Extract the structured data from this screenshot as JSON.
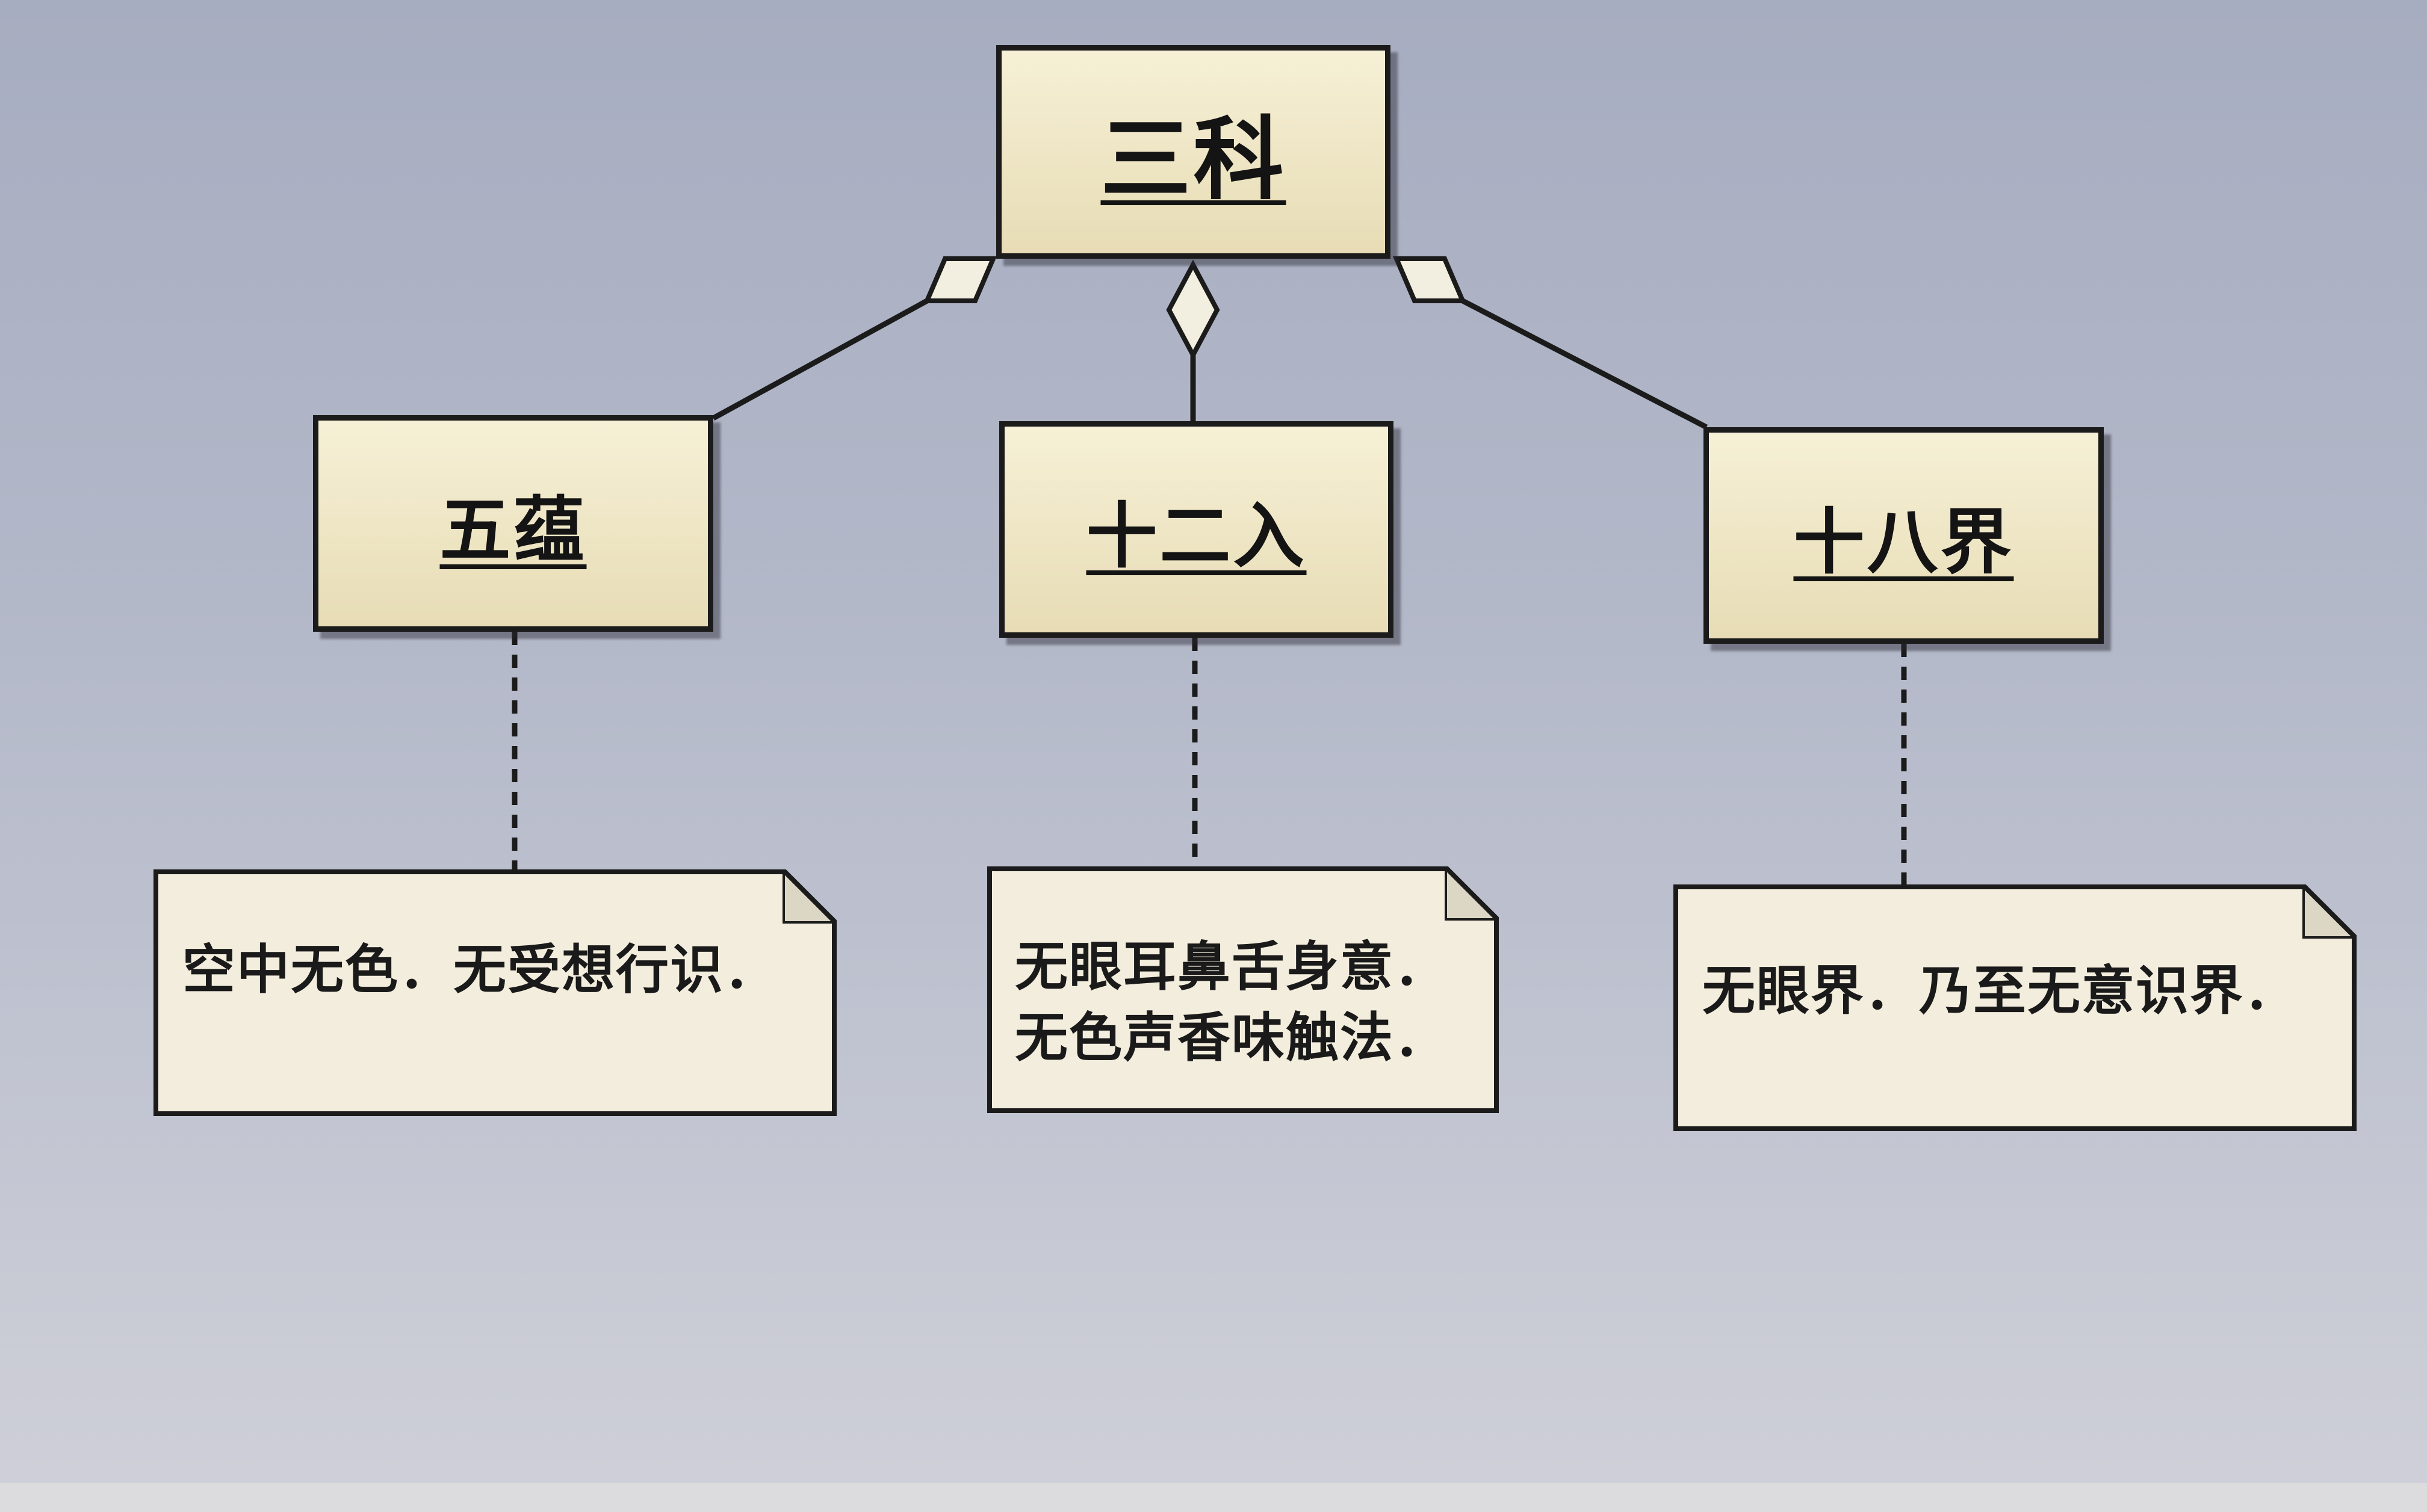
{
  "diagram": {
    "root": {
      "label": "三科"
    },
    "children": [
      {
        "label": "五蕴",
        "note": [
          "空中无色．无受想行识．"
        ]
      },
      {
        "label": "十二入",
        "note": [
          "无眼耳鼻舌身意．",
          "无色声香味触法．"
        ]
      },
      {
        "label": "十八界",
        "note": [
          "无眼界．乃至无意识界．"
        ]
      }
    ],
    "relation": "aggregation",
    "colors": {
      "class_fill": "#efe6c6",
      "note_fill": "#f3eddd",
      "border": "#1b1b1b",
      "background": "#b3b8c9"
    }
  }
}
